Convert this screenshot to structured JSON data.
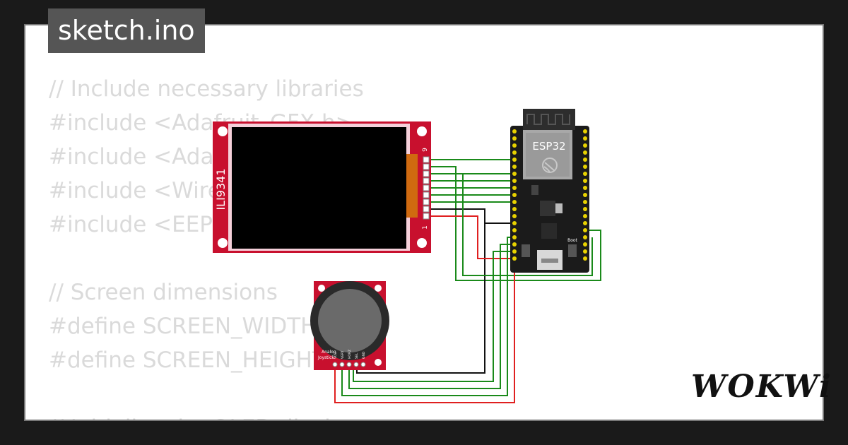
{
  "tab": {
    "filename": "sketch.ino"
  },
  "code_lines": [
    "// Include necessary libraries",
    "#include <Adafruit_GFX.h>",
    "#include <Adafruit_ILI9341.h>",
    "#include <Wire.h>",
    "#include <EEPROM.h>",
    "",
    "// Screen dimensions",
    "#define SCREEN_WIDTH 240",
    "#define SCREEN_HEIGHT 320",
    "",
    "// Initialize the OLED display"
  ],
  "display": {
    "label": "ILI9341",
    "pin_first": "1",
    "pin_last": "9",
    "pin_count": 9
  },
  "esp32": {
    "label": "ESP32",
    "boot_label": "Boot"
  },
  "joystick": {
    "label_line1": "Analog",
    "label_line2": "Joystick",
    "pins": [
      "VCC",
      "VERT",
      "HORZ",
      "SEL",
      "GND"
    ]
  },
  "brand": {
    "name": "WOKWi"
  },
  "colors": {
    "wire_green": "#1a8a1a",
    "wire_red": "#e02020",
    "wire_black": "#111111",
    "pcb_red": "#c8102e",
    "esp_black": "#1b1b1b"
  },
  "icons": {
    "esp32_logo": "espressif-logo-icon",
    "usb": "micro-usb-icon"
  }
}
